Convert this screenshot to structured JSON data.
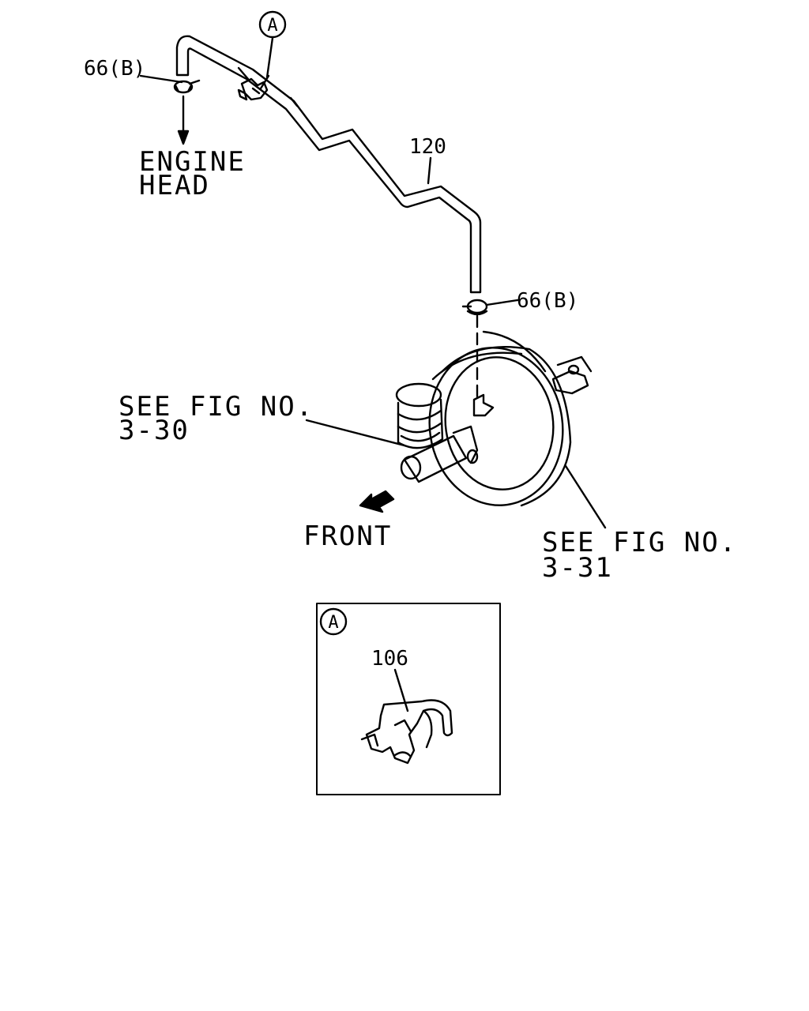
{
  "labels": {
    "callout_a_top": "A",
    "clamp_top": "66(B)",
    "engine_head_line1": "ENGINE",
    "engine_head_line2": "HEAD",
    "hose": "120",
    "clamp_bottom": "66(B)",
    "see_fig_left_line1": "SEE FIG NO.",
    "see_fig_left_line2": "3-30",
    "front": "FRONT",
    "see_fig_right_line1": "SEE FIG NO.",
    "see_fig_right_line2": "3-31",
    "detail_callout": "A",
    "clip_part": "106"
  },
  "icons": {
    "clamp": "hose-clamp-icon",
    "front_arrow": "front-direction-arrow-icon",
    "booster": "brake-booster-icon",
    "clip": "hose-clip-icon"
  }
}
